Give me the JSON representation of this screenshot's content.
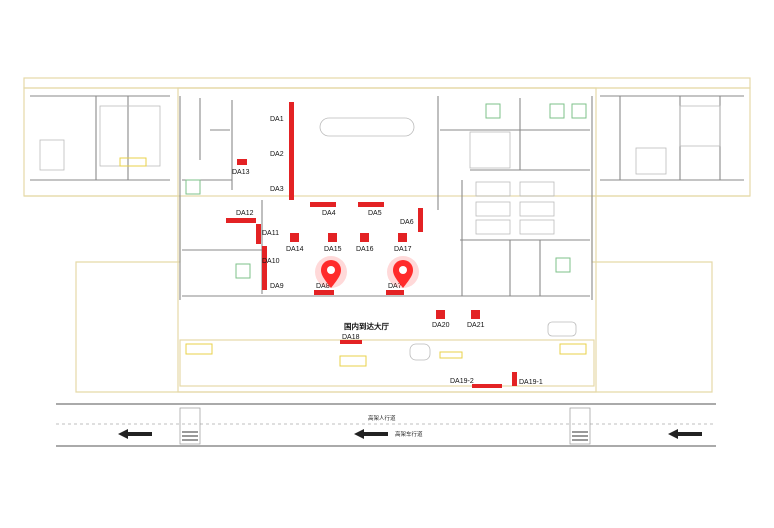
{
  "hall_label": "国内到达大厅",
  "road_labels": {
    "upper": "高架人行道",
    "lower": "高架车行道"
  },
  "colors": {
    "ad_spot": "#e32224",
    "pin": "#ff2b2b",
    "wall": "#8a8a8a",
    "outline": "#e5d9a8",
    "accent_green": "#7ec28a",
    "accent_yellow": "#e8d24a"
  },
  "ad_spots": [
    {
      "id": "DA1"
    },
    {
      "id": "DA2"
    },
    {
      "id": "DA3"
    },
    {
      "id": "DA4"
    },
    {
      "id": "DA5"
    },
    {
      "id": "DA6"
    },
    {
      "id": "DA7",
      "pinned": true
    },
    {
      "id": "DA8",
      "pinned": true
    },
    {
      "id": "DA9"
    },
    {
      "id": "DA10"
    },
    {
      "id": "DA11"
    },
    {
      "id": "DA12"
    },
    {
      "id": "DA13"
    },
    {
      "id": "DA14"
    },
    {
      "id": "DA15"
    },
    {
      "id": "DA16"
    },
    {
      "id": "DA17"
    },
    {
      "id": "DA18"
    },
    {
      "id": "DA19-1"
    },
    {
      "id": "DA19-2"
    },
    {
      "id": "DA20"
    },
    {
      "id": "DA21"
    }
  ],
  "icons": [
    "location-pin-icon",
    "direction-arrow-icon"
  ]
}
